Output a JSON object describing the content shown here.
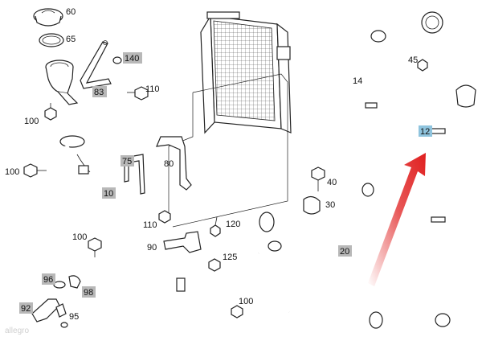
{
  "diagram": {
    "callouts": {
      "c60": "60",
      "c65": "65",
      "c140": "140",
      "c83": "83",
      "c110a": "110",
      "c100a": "100",
      "c100b": "100",
      "c75": "75",
      "c80": "80",
      "c10": "10",
      "c110b": "110",
      "c120": "120",
      "c100c": "100",
      "c90": "90",
      "c125": "125",
      "c96": "96",
      "c98": "98",
      "c92": "92",
      "c95": "95",
      "c100d": "100",
      "c40": "40",
      "c30": "30",
      "c20": "20",
      "c14": "14",
      "c45": "45",
      "c12": "12"
    },
    "watermark": "allegro"
  },
  "colors": {
    "label_highlight_gray": "#b8b8b8",
    "label_highlight_blue": "#8fc4de",
    "arrow_red": "#e02020"
  }
}
